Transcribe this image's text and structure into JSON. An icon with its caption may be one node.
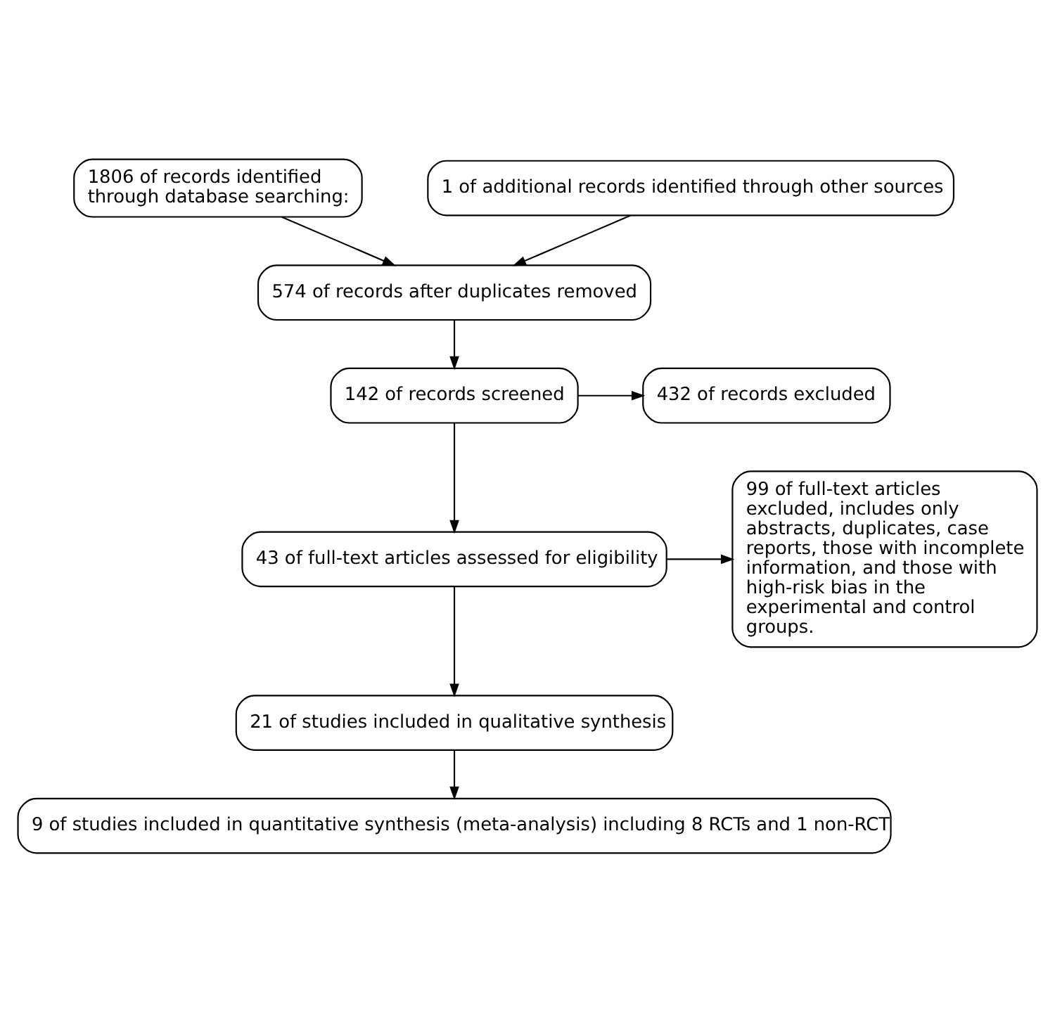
{
  "diagram": {
    "nodes": [
      {
        "text": [
          "1806 of records identified through database searching:"
        ]
      },
      {
        "text": [
          "1 of additional records identified through other sources"
        ]
      },
      {
        "text": [
          "574 of records after duplicates removed"
        ]
      },
      {
        "text": [
          "142 of records screened"
        ]
      },
      {
        "text": [
          "432 of records excluded"
        ]
      },
      {
        "text": [
          "99 of full-text articles excluded, includes only abstracts, duplicates, case reports, those with incomplete information, and those with high-risk bias in the experimental and control groups."
        ]
      },
      {
        "text": [
          "43 of full-text articles assessed for eligibility"
        ]
      },
      {
        "text": [
          "21 of studies included in qualitative synthesis"
        ]
      },
      {
        "text": [
          "9 of studies included in quantitative synthesis (meta-analysis) including 8 RCTs and 1 non-RCT"
        ]
      }
    ],
    "edges": [
      {
        "from": 0,
        "to": 2,
        "arrow": "to"
      },
      {
        "from": 1,
        "to": 2,
        "arrow": "to"
      },
      {
        "from": 2,
        "to": 3,
        "arrow": "to"
      },
      {
        "from": 3,
        "to": 4,
        "arrow": "to"
      },
      {
        "from": 3,
        "to": 6,
        "arrow": "to"
      },
      {
        "from": 6,
        "to": 5,
        "arrow": "to"
      },
      {
        "from": 6,
        "to": 7,
        "arrow": "to"
      },
      {
        "from": 7,
        "to": 8,
        "arrow": "to"
      }
    ]
  }
}
